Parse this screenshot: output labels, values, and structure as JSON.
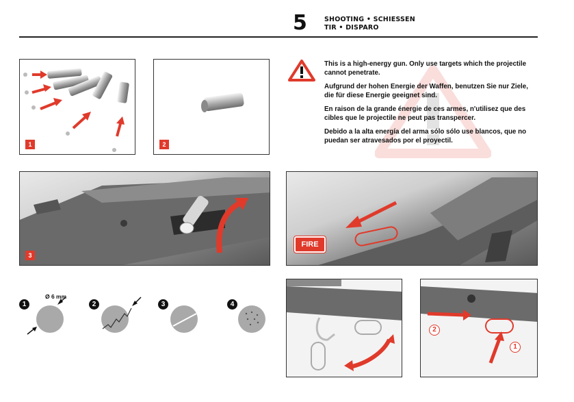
{
  "header": {
    "page_number": "5",
    "line1": "SHOOTING • SCHIESSEN",
    "line2": "TIR • DISPARO"
  },
  "warning": {
    "icon": "warning-triangle-icon",
    "en": "This is a high-energy gun. Only use targets which the projectile cannot penetrate.",
    "de": "Aufgrund der hohen Energie der Waffen, benutzen Sie nur Ziele, die für diese Energie geeignet sind.",
    "fr": "En raison de la grande énergie de ces armes, n'utilisez que des cibles que le projectile ne peut pas transpercer.",
    "es": "Debido a la alta energía del arma sólo sólo use blancos, que no puedan ser atravesados por el proyectil."
  },
  "figures": {
    "fig1": "1",
    "fig2": "2",
    "fig3": "3",
    "fire_label": "FIRE",
    "lever_step1": "1",
    "lever_step2": "2"
  },
  "targets": {
    "steps": [
      "1",
      "2",
      "3",
      "4"
    ],
    "diameter": "Ø 6 mm"
  },
  "colors": {
    "accent_red": "#e03a2b",
    "rule": "#222222"
  }
}
